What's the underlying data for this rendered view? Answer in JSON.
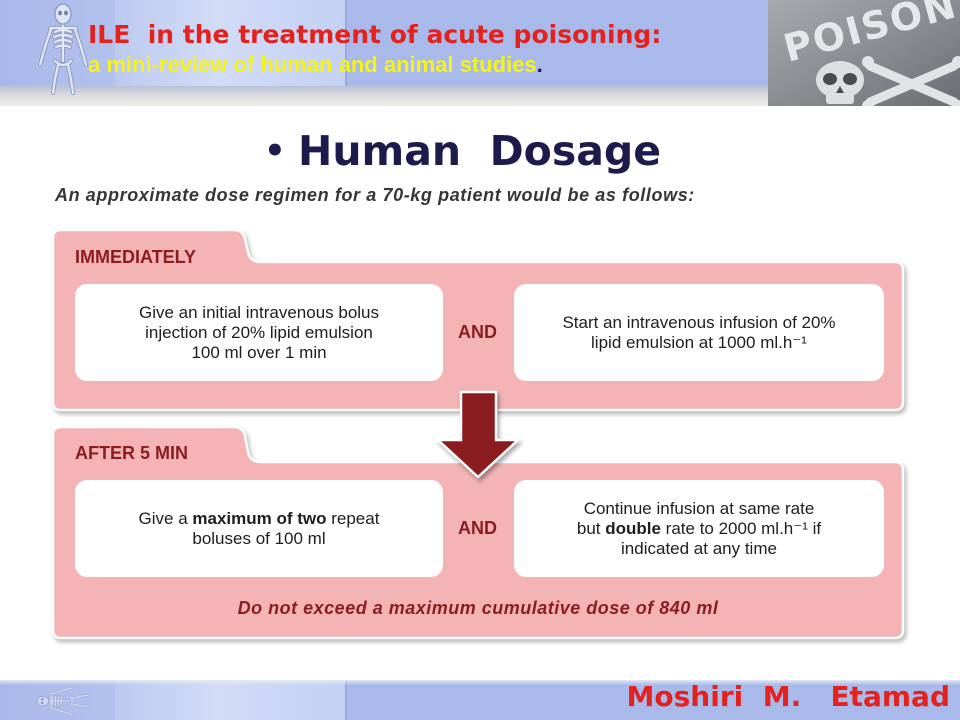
{
  "header": {
    "title": "ILE  in the treatment of acute poisoning:",
    "subtitle": "a mini-review of human and animal studies",
    "subtitle_period": ".",
    "poison_sign_text": "POISON"
  },
  "slide": {
    "heading_bullet": "•",
    "heading": "Human  Dosage",
    "intro": "An approximate dose regimen for a 70-kg patient would be as follows:"
  },
  "steps": [
    {
      "label": "IMMEDIATELY",
      "left_box": {
        "lines": [
          "Give an initial intravenous bolus",
          "injection of 20% lipid emulsion",
          "100 ml over 1 min"
        ]
      },
      "connector": "AND",
      "right_box": {
        "lines": [
          "Start an intravenous infusion of 20%",
          "lipid emulsion at 1000 ml.h⁻¹"
        ]
      }
    },
    {
      "label": "AFTER 5 MIN",
      "left_box": {
        "lines": [
          {
            "pre": "Give a ",
            "bold": "maximum of two",
            "post": " repeat"
          },
          "boluses of 100 ml"
        ]
      },
      "connector": "AND",
      "right_box": {
        "lines": [
          "Continue infusion at same rate",
          {
            "pre": "but ",
            "bold": "double",
            "post": " rate to 2000 ml.h⁻¹ if"
          },
          "indicated at any time"
        ]
      },
      "note": "Do not exceed a maximum cumulative dose of 840 ml"
    }
  ],
  "footer": {
    "author": "Moshiri  M.   Etamad"
  },
  "icons": {
    "header_left": "skeleton-illustration",
    "header_right": "poison-road-sign-image",
    "flow": "down-arrow-icon"
  },
  "colors": {
    "title_red": "#e3221d",
    "subtitle_yellow": "#f6f21c",
    "heading_navy": "#1c1b4b",
    "label_maroon": "#8b1c1f",
    "panel_pink": "#f4b4b6",
    "header_blue": "#a9b9ea"
  }
}
